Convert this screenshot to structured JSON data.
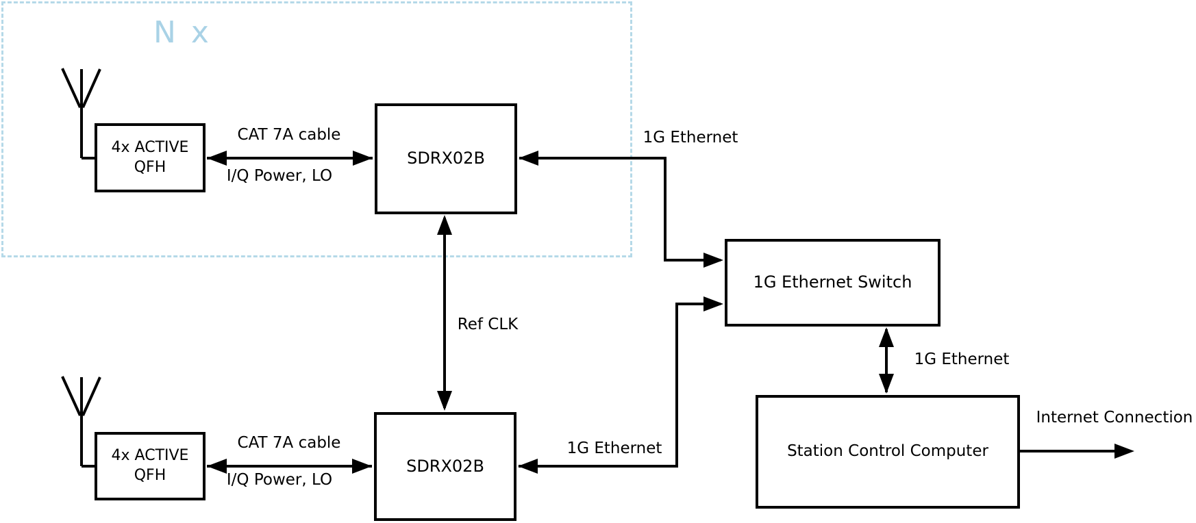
{
  "diagram": {
    "background": "#ffffff",
    "line_color": "#000000",
    "accent_blue": "#a9d2e6",
    "group_box": {
      "multiplier_label": "N x"
    },
    "nodes": {
      "qfh_top": {
        "line1": "4x ACTIVE",
        "line2": "QFH"
      },
      "sdrx_top": {
        "label": "SDRX02B"
      },
      "qfh_bottom": {
        "line1": "4x ACTIVE",
        "line2": "QFH"
      },
      "sdrx_bottom": {
        "label": "SDRX02B"
      },
      "ethernet_switch": {
        "label": "1G Ethernet Switch"
      },
      "station_computer": {
        "label": "Station Control Computer"
      }
    },
    "edge_labels": {
      "cat7a_top": "CAT 7A cable",
      "iq_power_top": "I/Q Power, LO",
      "cat7a_bottom": "CAT 7A cable",
      "iq_power_bottom": "I/Q Power, LO",
      "eth_top": "1G Ethernet",
      "eth_bottom": "1G Ethernet",
      "eth_switch_computer": "1G Ethernet",
      "ref_clk": "Ref CLK",
      "internet": "Internet Connection"
    }
  }
}
